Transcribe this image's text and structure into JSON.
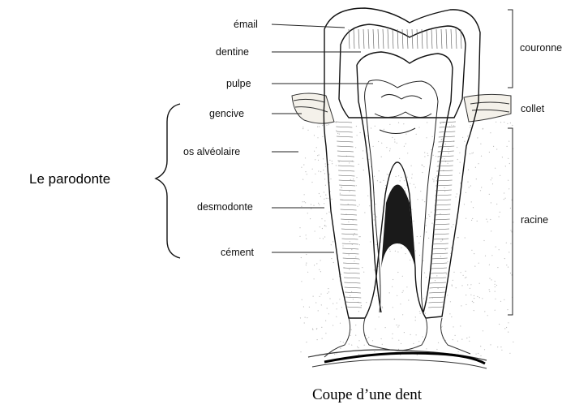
{
  "diagram": {
    "group_label": "Le parodonte",
    "caption": "Coupe d’une dent",
    "left_labels": {
      "email": "émail",
      "dentine": "dentine",
      "pulpe": "pulpe",
      "gencive": "gencive",
      "os": "os alvéolaire",
      "desmodonte": "desmodonte",
      "cement": "cément"
    },
    "right_labels": {
      "couronne": "couronne",
      "collet": "collet",
      "racine": "racine"
    }
  }
}
